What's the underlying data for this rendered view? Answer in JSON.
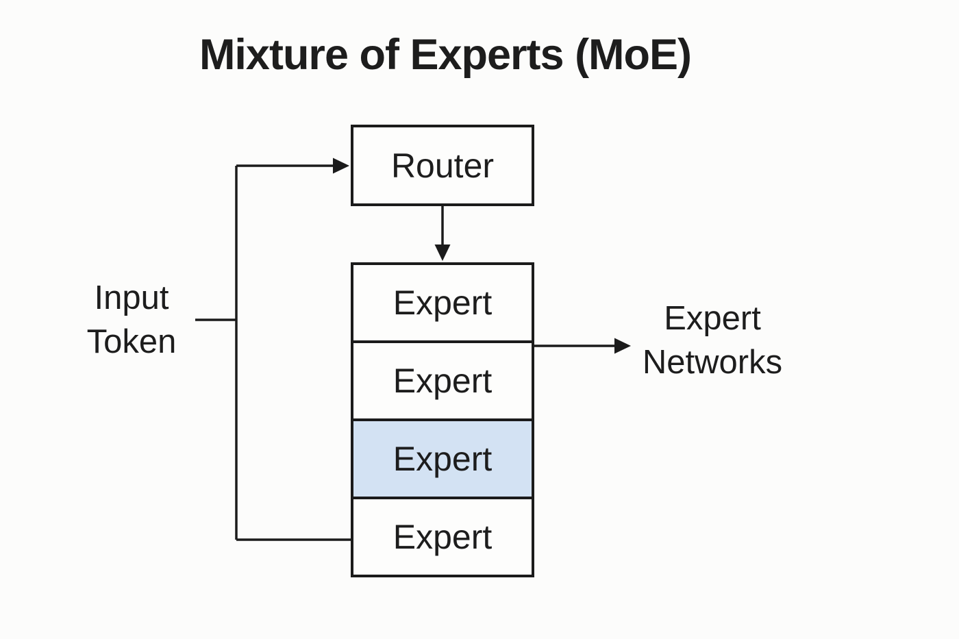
{
  "title": "Mixture of Experts (MoE)",
  "router_label": "Router",
  "experts": [
    {
      "label": "Expert",
      "highlighted": false
    },
    {
      "label": "Expert",
      "highlighted": false
    },
    {
      "label": "Expert",
      "highlighted": true
    },
    {
      "label": "Expert",
      "highlighted": false
    }
  ],
  "input_token_label": "Input Token",
  "expert_networks_label": "Expert Networks",
  "colors": {
    "line": "#1b1b1b",
    "text": "#1d1d1d",
    "background": "#fcfcfb",
    "expert_highlight": "#d3e2f3"
  }
}
